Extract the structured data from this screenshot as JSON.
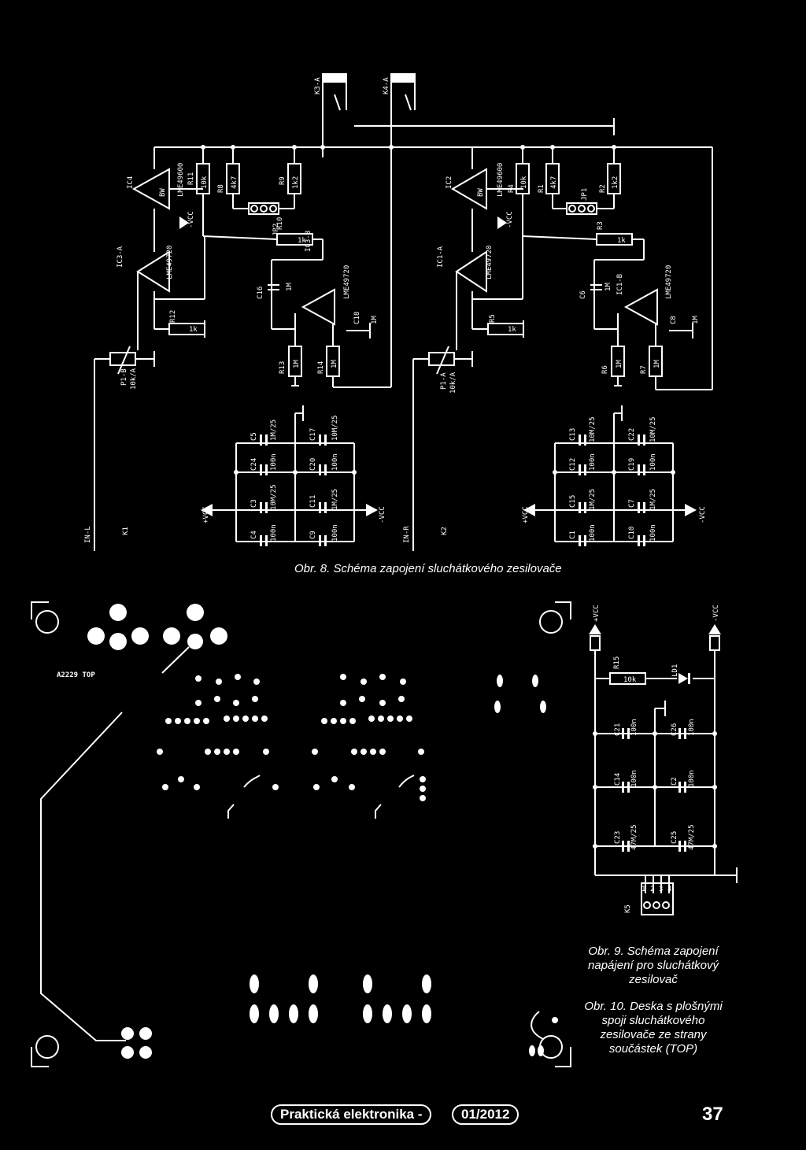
{
  "figure8": {
    "caption": "Obr. 8. Schéma zapojení sluchátkového zesilovače",
    "left_channel": {
      "connector": "K3-A",
      "opamps": [
        "IC4",
        "LME49600",
        "IC3-A",
        "LME49720",
        "IC3-B",
        "LME49720"
      ],
      "resistors": [
        "R11",
        "10k",
        "R8",
        "4k7",
        "R9",
        "1k2",
        "R10",
        "1k",
        "R12",
        "1k",
        "R13",
        "1M",
        "R14",
        "1M"
      ],
      "jumper": "JP2",
      "caps": [
        "C16",
        "1M",
        "C18",
        "1M"
      ],
      "pot": [
        "P1-B",
        "10k/A"
      ],
      "input": "IN-L",
      "ref": "K1",
      "decoupling": [
        "C5",
        "1M/25",
        "C17",
        "10M/25",
        "C24",
        "100n",
        "C20",
        "100n",
        "C3",
        "10M/25",
        "C11",
        "1M/25",
        "C4",
        "100n",
        "C9",
        "100n"
      ]
    },
    "right_channel": {
      "connector": "K4-A",
      "opamps": [
        "IC2",
        "LME49600",
        "IC1-A",
        "LME49720",
        "IC1-B",
        "LME49720"
      ],
      "resistors": [
        "R4",
        "10k",
        "R1",
        "4k7",
        "R2",
        "1k2",
        "R3",
        "1k",
        "R5",
        "1k",
        "R6",
        "1M",
        "R7",
        "1M"
      ],
      "jumper": "JP1",
      "caps": [
        "C6",
        "1M",
        "C8",
        "1M"
      ],
      "pot": [
        "P1-A",
        "10k/A"
      ],
      "input": "IN-R",
      "ref": "K2",
      "decoupling": [
        "C13",
        "10M/25",
        "C22",
        "10M/25",
        "C12",
        "100n",
        "C19",
        "100n",
        "C15",
        "1M/25",
        "C7",
        "1M/25",
        "C1",
        "100n",
        "C10",
        "100n"
      ]
    },
    "misc": [
      "BW",
      "-VCC",
      "+VCC",
      "-VCC"
    ]
  },
  "figure9": {
    "caption_lines": [
      "Obr. 9. Schéma zapojení",
      "napájení pro sluchátkový",
      "zesilovač"
    ],
    "labels": [
      "+VCC",
      "-VCC",
      "R15",
      "10k",
      "LD1",
      "C21",
      "100n",
      "C26",
      "100n",
      "C14",
      "100n",
      "C2",
      "100n",
      "C23",
      "47M/25",
      "C25",
      "47M/25",
      "K5",
      "1",
      "2",
      "3",
      "4"
    ]
  },
  "figure10": {
    "caption_lines": [
      "Obr. 10. Deska s plošnými",
      "spoji sluchátkového",
      "zesilovače ze strany",
      "součástek (TOP)"
    ],
    "board_id": "A2229 TOP"
  },
  "footer": {
    "magazine": "Praktická elektronika -",
    "issue": "01/2012",
    "page": "37"
  },
  "colors": {
    "background": "#000000",
    "ink": "#ffffff"
  }
}
